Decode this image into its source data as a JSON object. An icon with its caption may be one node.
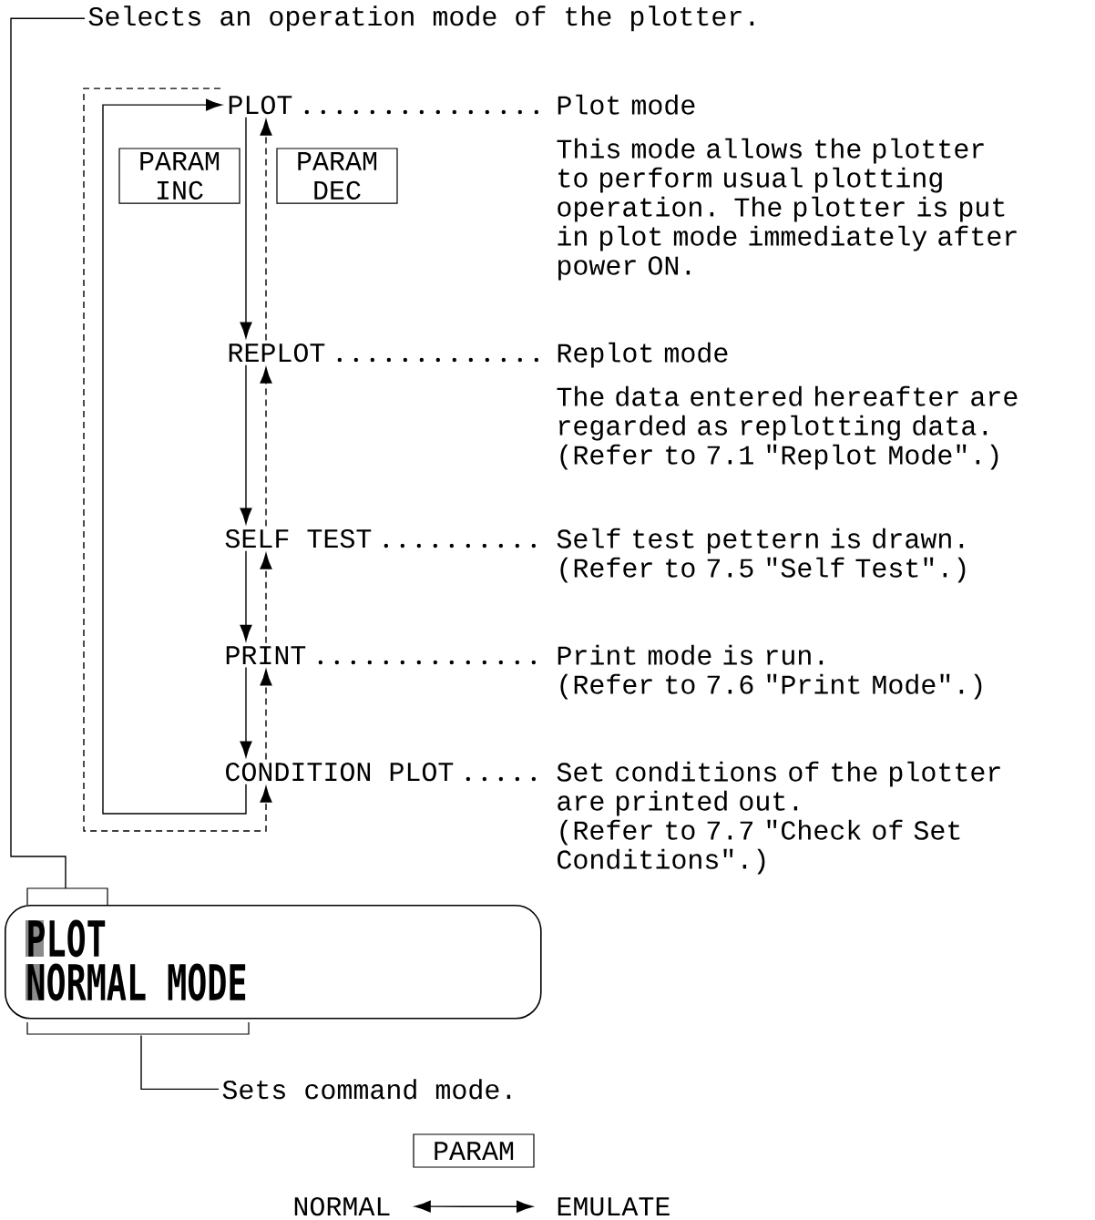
{
  "diagram": {
    "nodes": [
      {
        "text": [
          "Selects an operation mode of the plotter."
        ]
      },
      {
        "text": [
          "PLOT"
        ]
      },
      {
        "text": [
          "REPLOT"
        ]
      },
      {
        "text": [
          "SELF TEST"
        ]
      },
      {
        "text": [
          "PRINT"
        ]
      },
      {
        "text": [
          "CONDITION PLOT"
        ]
      },
      {
        "text": [
          "PARAM INC"
        ]
      },
      {
        "text": [
          "PARAM DEC"
        ]
      },
      {
        "text": [
          "PLOT",
          "NORMAL MODE"
        ]
      },
      {
        "text": [
          "Sets command mode."
        ]
      },
      {
        "text": [
          "PARAM"
        ]
      },
      {
        "text": [
          "NORMAL"
        ]
      },
      {
        "text": [
          "EMULATE"
        ]
      },
      {
        "text": [
          "Plot mode",
          "This mode allows the plotter to perform usual plotting operation. The plotter is put in plot mode immediately after power ON."
        ]
      },
      {
        "text": [
          "Replot mode",
          "The data entered hereafter are regarded as replotting data.",
          "(Refer to 7.1 \"Replot Mode\".)"
        ]
      },
      {
        "text": [
          "Self test pettern is drawn.",
          "(Refer to 7.5 \"Self Test\".)"
        ]
      },
      {
        "text": [
          "Print mode is run.",
          "(Refer to 7.6 \"Print Mode\".)"
        ]
      },
      {
        "text": [
          "Set conditions of the plotter are printed out.",
          "(Refer to 7.7 \"Check of Set Conditions\".)"
        ]
      }
    ],
    "edges": [
      {
        "from": 1,
        "to": 2,
        "arrow": "to"
      },
      {
        "from": 2,
        "to": 3,
        "arrow": "to"
      },
      {
        "from": 3,
        "to": 4,
        "arrow": "to"
      },
      {
        "from": 4,
        "to": 5,
        "arrow": "to"
      },
      {
        "from": 5,
        "to": 1,
        "arrow": "to"
      },
      {
        "from": 2,
        "to": 1,
        "arrow": "to",
        "style": "dashed"
      },
      {
        "from": 3,
        "to": 2,
        "arrow": "to",
        "style": "dashed"
      },
      {
        "from": 4,
        "to": 3,
        "arrow": "to",
        "style": "dashed"
      },
      {
        "from": 5,
        "to": 4,
        "arrow": "to",
        "style": "dashed"
      },
      {
        "from": 1,
        "to": 5,
        "arrow": "to",
        "style": "dashed"
      },
      {
        "from": 8,
        "to": 0,
        "arrow": "none"
      },
      {
        "from": 8,
        "to": 9,
        "arrow": "none"
      },
      {
        "from": 11,
        "to": 12,
        "arrow": "both"
      },
      {
        "from": 1,
        "to": 13,
        "arrow": "none",
        "style": "dashed"
      },
      {
        "from": 2,
        "to": 14,
        "arrow": "none",
        "style": "dashed"
      },
      {
        "from": 3,
        "to": 15,
        "arrow": "none",
        "style": "dashed"
      },
      {
        "from": 4,
        "to": 16,
        "arrow": "none",
        "style": "dashed"
      },
      {
        "from": 5,
        "to": 17,
        "arrow": "none",
        "style": "dashed"
      }
    ]
  }
}
